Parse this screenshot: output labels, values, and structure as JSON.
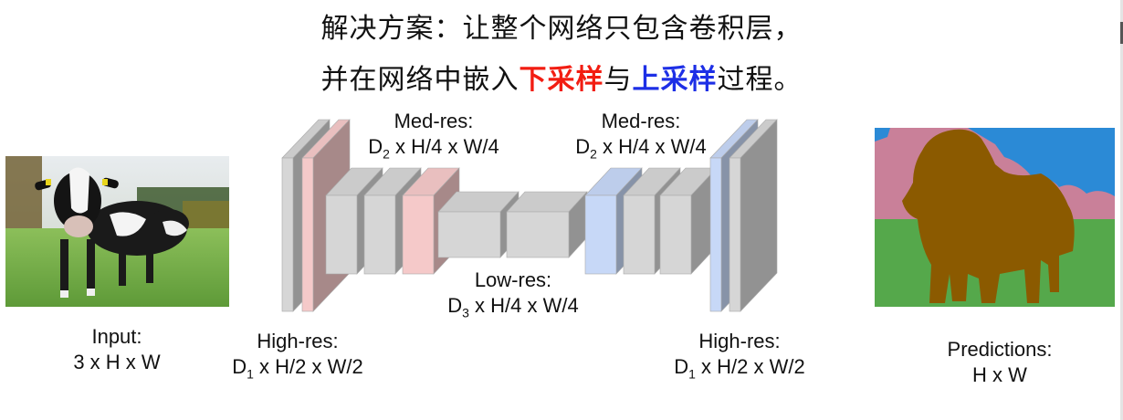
{
  "title": {
    "line1": "解决方案：让整个网络只包含卷积层，",
    "line2_pre": "并在网络中嵌入",
    "line2_red": "下采样",
    "line2_mid": "与",
    "line2_blue": "上采样",
    "line2_post": "过程。"
  },
  "labels": {
    "input": {
      "line1": "Input:",
      "line2": "3 x H x W"
    },
    "high_left": {
      "line1": "High-res:",
      "d": "D",
      "sub": "1",
      "rest": " x H/2 x W/2"
    },
    "med_left": {
      "line1": "Med-res:",
      "d": "D",
      "sub": "2",
      "rest": " x H/4 x W/4"
    },
    "low": {
      "line1": "Low-res:",
      "d": "D",
      "sub": "3",
      "rest": " x H/4 x W/4"
    },
    "med_right": {
      "line1": "Med-res:",
      "d": "D",
      "sub": "2",
      "rest": " x H/4 x W/4"
    },
    "high_right": {
      "line1": "High-res:",
      "d": "D",
      "sub": "1",
      "rest": " x H/2 x W/2"
    },
    "predictions": {
      "line1": "Predictions:",
      "line2": "H x W"
    }
  },
  "colors": {
    "gray": "#d6d6d6",
    "pink": "#f5c9c9",
    "blue": "#c7d8f7",
    "seg_pink": "#c98099",
    "seg_blue": "#2b8ad6",
    "seg_green": "#55a84b",
    "seg_brown": "#8b5a00",
    "title_red": "#f21d12",
    "title_blue": "#1d2fe6"
  }
}
